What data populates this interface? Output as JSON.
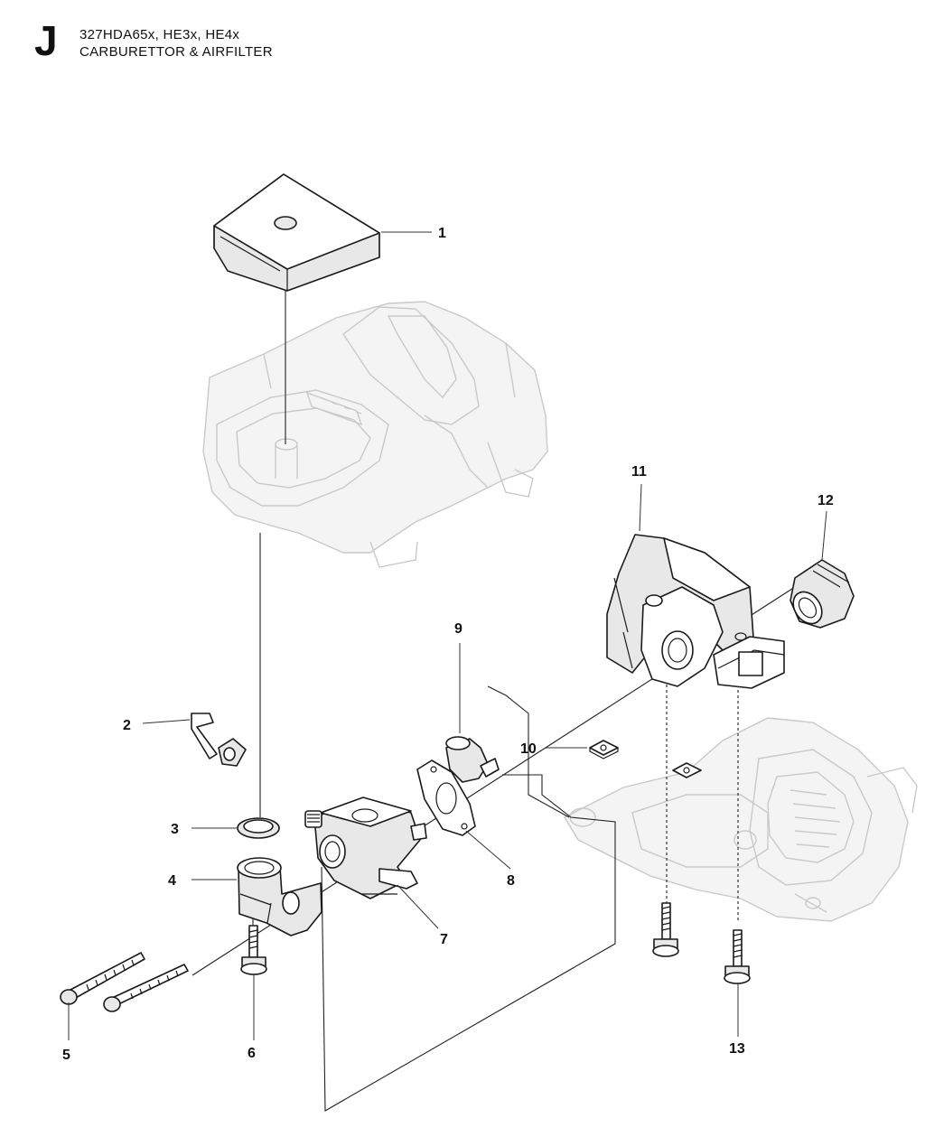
{
  "header": {
    "section_letter": "J",
    "model": "327HDA65x, HE3x, HE4x",
    "title": "CARBURETTOR & AIRFILTER"
  },
  "callouts": [
    "1",
    "2",
    "3",
    "4",
    "5",
    "6",
    "7",
    "8",
    "9",
    "10",
    "11",
    "12",
    "13"
  ]
}
